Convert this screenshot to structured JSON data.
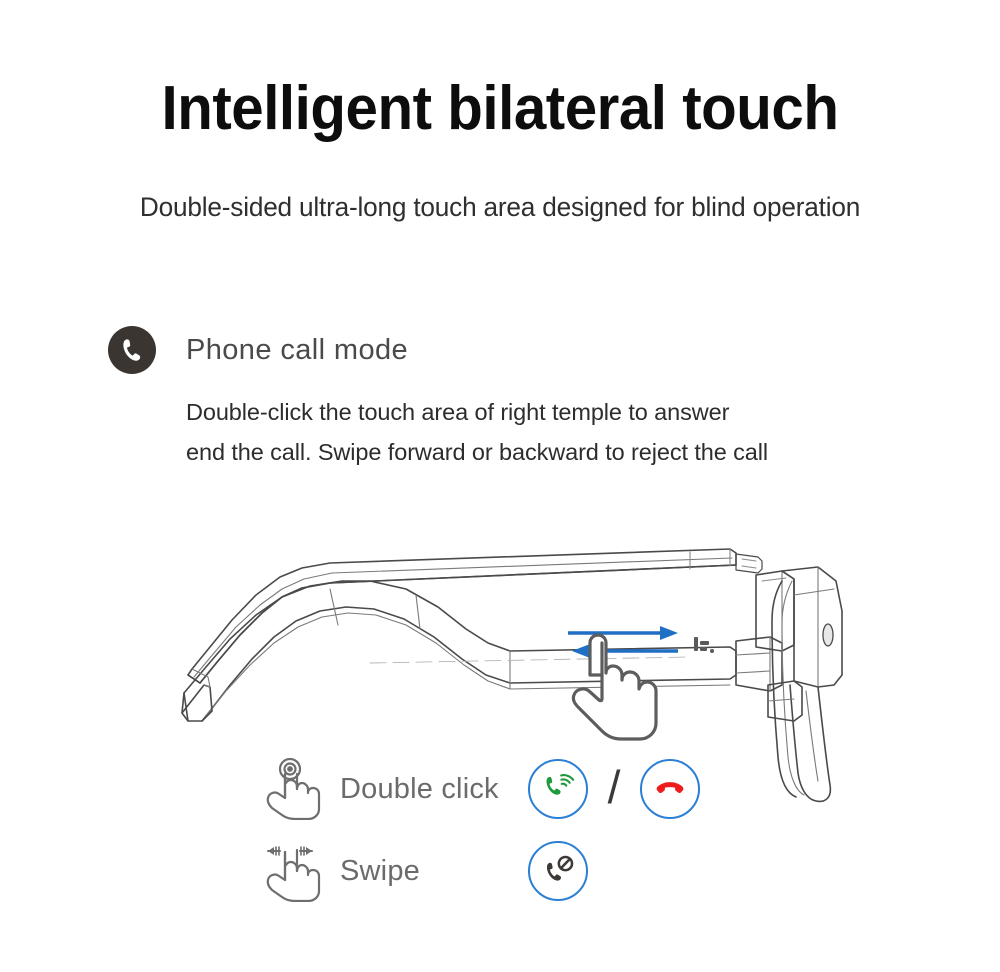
{
  "header": {
    "title": "Intelligent bilateral touch",
    "subtitle": "Double-sided ultra-long touch area designed for blind operation"
  },
  "mode": {
    "badge_icon": "phone-handset-icon",
    "title": "Phone call mode",
    "description": "Double-click the touch area of right temple to answer\nend the call. Swipe forward or backward to reject the call"
  },
  "illustration": {
    "name": "smart-glasses-side-view",
    "gesture_hand_icon": "pointing-hand-icon",
    "arrow_forward_icon": "arrow-right-icon",
    "arrow_backward_icon": "arrow-left-icon",
    "temple_marking_icon": "temple-logo-mark"
  },
  "legend": {
    "rows": [
      {
        "hand_icon": "double-tap-hand-icon",
        "label": "Double click",
        "icons": [
          {
            "name": "answer-call-icon",
            "color": "#1f9a3d"
          },
          {
            "name": "separator-slash",
            "glyph": "/"
          },
          {
            "name": "end-call-icon",
            "color": "#ee1c1c"
          }
        ]
      },
      {
        "hand_icon": "swipe-hand-icon",
        "label": "Swipe",
        "icons": [
          {
            "name": "reject-call-icon",
            "color": "#3d3935"
          }
        ]
      }
    ]
  },
  "colors": {
    "title": "#0d0d0d",
    "body_text": "#2d2d2d",
    "muted_text": "#6b6b6b",
    "badge_bg": "#3b3531",
    "accent_blue": "#1f6fc4",
    "circle_outline": "#2b7fd4",
    "line_art": "#4a4a4a",
    "background": "#ffffff"
  }
}
